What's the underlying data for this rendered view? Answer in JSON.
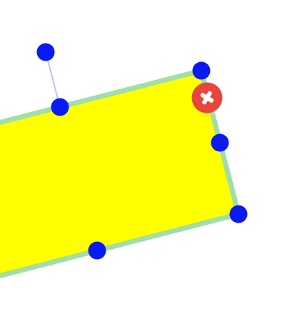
{
  "canvas": {
    "background": "#ffffff"
  },
  "selected_shape": {
    "type": "rotated-rectangle",
    "fill_color": "#ffff00",
    "outline_color": "#9ae58f",
    "selection_line_color": "#b7c7f3"
  },
  "handles": {
    "color": "#0a1af5",
    "items": [
      {
        "name": "rotate-handle"
      },
      {
        "name": "resize-handle-top-center"
      },
      {
        "name": "resize-handle-top-right"
      },
      {
        "name": "resize-handle-right-center"
      },
      {
        "name": "resize-handle-bottom-right"
      },
      {
        "name": "resize-handle-bottom-center"
      }
    ]
  },
  "delete_button": {
    "icon": "close-icon",
    "color": "#e8453c",
    "glyph_color": "#ffffff"
  }
}
